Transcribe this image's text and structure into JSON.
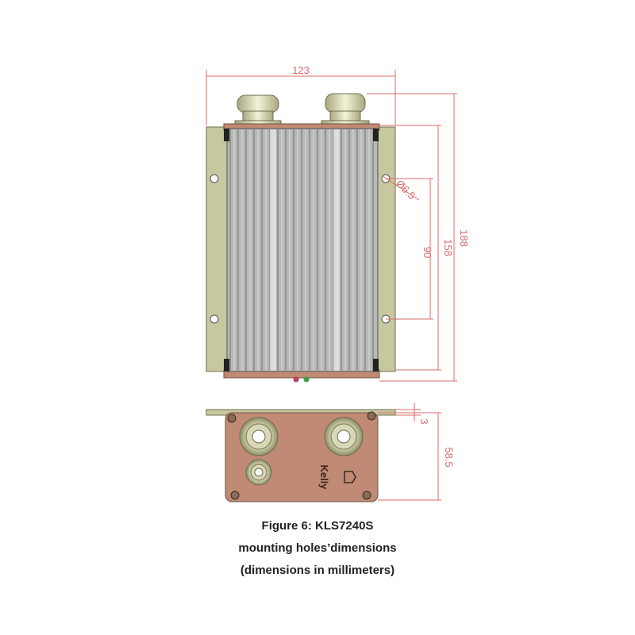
{
  "figure": {
    "caption_line1": "Figure 6: KLS7240S",
    "caption_line2": "mounting holes’dimensions",
    "caption_line3": "(dimensions in millimeters)"
  },
  "dimensions": {
    "width": "123",
    "overall_height": "188",
    "body_height": "158",
    "hole_spacing": "90",
    "hole_diameter": "Ø6.5",
    "flange_thickness": "3",
    "depth": "58.5"
  },
  "logo_text": "Kelly",
  "colors": {
    "dimension_line": "#d96b6b",
    "flange": "#c8c8a0",
    "body": "#b8b8b8",
    "end_plate": "#c08a74",
    "caption": "#222222"
  }
}
